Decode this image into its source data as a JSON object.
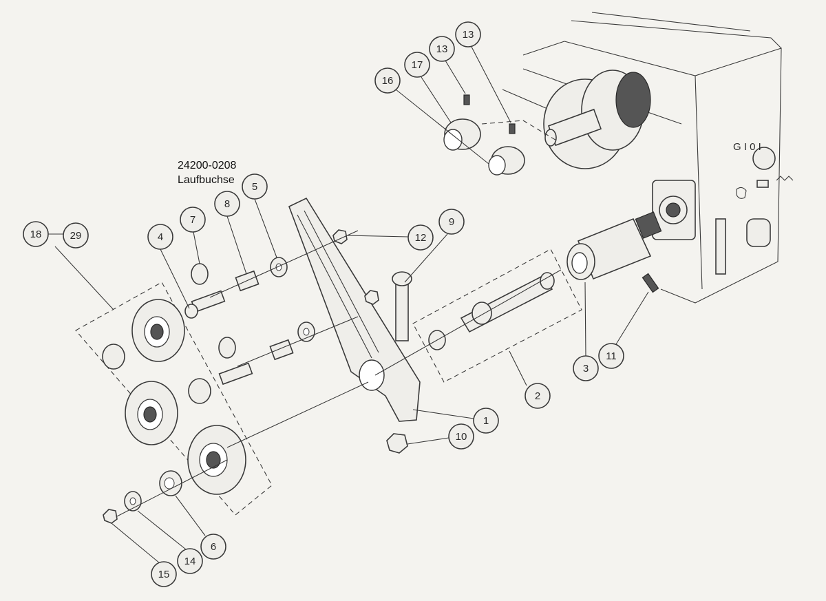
{
  "note": {
    "part_number": "24200-0208",
    "part_name": "Laufbuchse"
  },
  "machine_panel": {
    "selector_text": "G I 0 I"
  },
  "callouts": [
    {
      "id": "c1",
      "label": "1"
    },
    {
      "id": "c2",
      "label": "2"
    },
    {
      "id": "c3",
      "label": "3"
    },
    {
      "id": "c4",
      "label": "4"
    },
    {
      "id": "c5",
      "label": "5"
    },
    {
      "id": "c6",
      "label": "6"
    },
    {
      "id": "c7",
      "label": "7"
    },
    {
      "id": "c8",
      "label": "8"
    },
    {
      "id": "c9",
      "label": "9"
    },
    {
      "id": "c10",
      "label": "10"
    },
    {
      "id": "c11",
      "label": "11"
    },
    {
      "id": "c12",
      "label": "12"
    },
    {
      "id": "c13a",
      "label": "13"
    },
    {
      "id": "c13b",
      "label": "13"
    },
    {
      "id": "c14",
      "label": "14"
    },
    {
      "id": "c15",
      "label": "15"
    },
    {
      "id": "c16",
      "label": "16"
    },
    {
      "id": "c17",
      "label": "17"
    },
    {
      "id": "c18",
      "label": "18"
    },
    {
      "id": "c29",
      "label": "29"
    }
  ]
}
